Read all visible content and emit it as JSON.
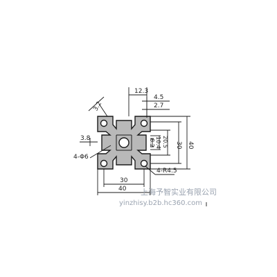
{
  "drawing": {
    "dimensions": {
      "top_slot_width": "12.3",
      "slot_opening": "4.5",
      "lip_depth": "2.7",
      "diag_groove": "3.2",
      "left_thickness": "3.8",
      "hole_callout": "4-Φ6",
      "height_40": "40",
      "height_30": "30",
      "height_20_5": "20.5",
      "height_10_4": "10.4",
      "height_8_2": "8.2",
      "width_30": "30",
      "width_40": "40",
      "radius_callout": "4-R4.5"
    }
  },
  "watermark": {
    "company": "上海予智实业有限公司",
    "url": "yinzhisy.b2b.hc360.com"
  },
  "colors": {
    "profile_fill": "#b9b9b9",
    "profile_stroke": "#1a1a1a",
    "watermark": "#9aa3b0"
  }
}
